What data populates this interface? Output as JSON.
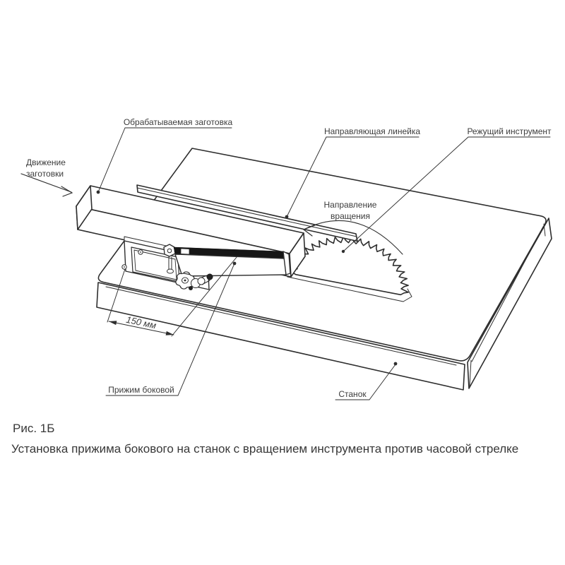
{
  "figure": {
    "number": "Рис. 1Б",
    "caption": "Установка прижима бокового на станок с вращением инструмента против часовой стрелке"
  },
  "diagram": {
    "labels": {
      "workpiece": "Обрабатываемая заготовка",
      "guide_fence": "Направляющая линейка",
      "cutting_tool": "Режущий инструмент",
      "feed_direction_line1": "Движение",
      "feed_direction_line2": "заготовки",
      "rotation_direction_line1": "Направление",
      "rotation_direction_line2": "вращения",
      "dimension_150mm": "150 мм",
      "side_clamp": "Прижим боковой",
      "machine": "Станок"
    },
    "colors": {
      "line": "#2e2e2e",
      "label_text": "#3c3c3c",
      "clamp_arm_fill": "#161616",
      "background": "#ffffff"
    }
  }
}
